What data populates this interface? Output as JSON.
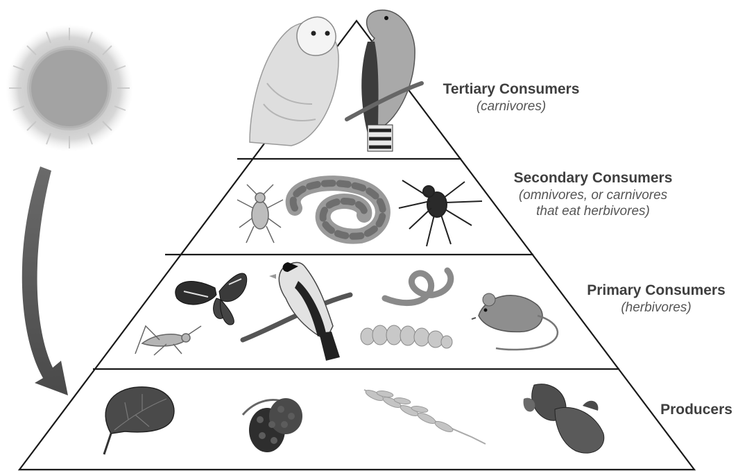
{
  "levels": [
    {
      "title": "Tertiary Consumers",
      "subtitle_lines": [
        "(carnivores)"
      ],
      "organisms": [
        "barn-owl",
        "hawk"
      ]
    },
    {
      "title": "Secondary Consumers",
      "subtitle_lines": [
        "(omnivores, or carnivores",
        "that eat herbivores)"
      ],
      "organisms": [
        "beetle",
        "snake",
        "spider"
      ]
    },
    {
      "title": "Primary Consumers",
      "subtitle_lines": [
        "(herbivores)"
      ],
      "organisms": [
        "butterfly",
        "grasshopper",
        "goldfinch",
        "worm",
        "caterpillar",
        "mouse"
      ]
    },
    {
      "title": "Producers",
      "subtitle_lines": [],
      "organisms": [
        "leaf",
        "blackberry",
        "wheat",
        "flower"
      ]
    }
  ],
  "energy_source": "sun-icon",
  "colors": {
    "outline": "#1a1a1a",
    "arrow": "#555555",
    "sun_core": "#9a9a9a",
    "sun_rays": "#c8c8c8"
  }
}
